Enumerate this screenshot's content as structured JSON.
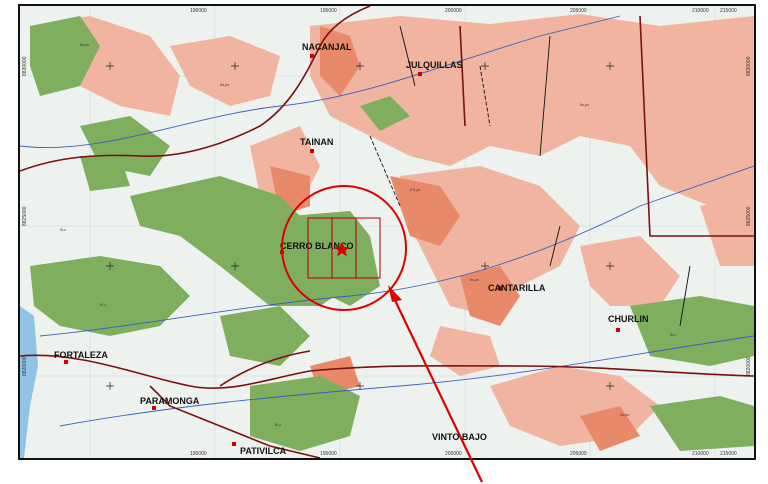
{
  "map": {
    "colors": {
      "background": "#eef2ee",
      "green_unit": "#7fae5f",
      "salmon_unit": "#f0b4a0",
      "orange_unit": "#e8896a",
      "road": "#7a1010",
      "river": "#3a5fbf",
      "marker": "#cc0000",
      "sea": "#8fc4e6"
    },
    "coordinates": {
      "top": [
        "190000",
        "195000",
        "200000",
        "205000",
        "210000",
        "215000"
      ],
      "bottom": [
        "190000",
        "195000",
        "200000",
        "205000",
        "210000",
        "215000"
      ],
      "left": [
        "8830000",
        "8825000",
        "8820000"
      ],
      "right": [
        "8830000",
        "8825000",
        "8820000"
      ]
    },
    "places": [
      {
        "name": "NACANJAL"
      },
      {
        "name": "JULQUILLAS"
      },
      {
        "name": "TAINAN"
      },
      {
        "name": "CERRO BLANCO"
      },
      {
        "name": "CANTARILLA"
      },
      {
        "name": "CHURLIN"
      },
      {
        "name": "FORTALEZA"
      },
      {
        "name": "PARAMONGA"
      },
      {
        "name": "VINTO BAJO"
      },
      {
        "name": "PATIVILCA"
      }
    ],
    "unit_labels": [
      "Ks-pv",
      "Ks-pv",
      "KTi-pv",
      "Ks-pv",
      "Ki-c",
      "Ki-c",
      "Ks-pv",
      "Ki-c",
      "Ks-pv",
      "Ki-c"
    ],
    "highlight": {
      "circle_color": "#dd0000",
      "grid_cells": 3,
      "star": "target-star"
    },
    "arrow_color": "#dd0000"
  }
}
